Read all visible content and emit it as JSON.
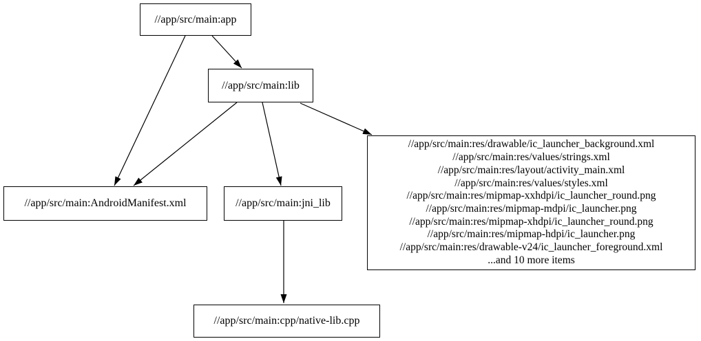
{
  "diagram": {
    "type": "dependency-graph",
    "colors": {
      "background": "#ffffff",
      "node_border": "#000000",
      "text": "#000000",
      "edge": "#000000"
    },
    "nodes": {
      "app": {
        "label": "//app/src/main:app"
      },
      "lib": {
        "label": "//app/src/main:lib"
      },
      "manifest": {
        "label": "//app/src/main:AndroidManifest.xml"
      },
      "jni_lib": {
        "label": "//app/src/main:jni_lib"
      },
      "native_lib": {
        "label": "//app/src/main:cpp/native-lib.cpp"
      },
      "res": {
        "lines": [
          "//app/src/main:res/drawable/ic_launcher_background.xml",
          "//app/src/main:res/values/strings.xml",
          "//app/src/main:res/layout/activity_main.xml",
          "//app/src/main:res/values/styles.xml",
          "//app/src/main:res/mipmap-xxhdpi/ic_launcher_round.png",
          "//app/src/main:res/mipmap-mdpi/ic_launcher.png",
          "//app/src/main:res/mipmap-xhdpi/ic_launcher_round.png",
          "//app/src/main:res/mipmap-hdpi/ic_launcher.png",
          "//app/src/main:res/drawable-v24/ic_launcher_foreground.xml",
          "...and 10 more items"
        ]
      }
    },
    "edges": [
      {
        "from": "app",
        "to": "lib"
      },
      {
        "from": "app",
        "to": "manifest"
      },
      {
        "from": "lib",
        "to": "manifest"
      },
      {
        "from": "lib",
        "to": "jni_lib"
      },
      {
        "from": "lib",
        "to": "res"
      },
      {
        "from": "jni_lib",
        "to": "native_lib"
      }
    ]
  }
}
